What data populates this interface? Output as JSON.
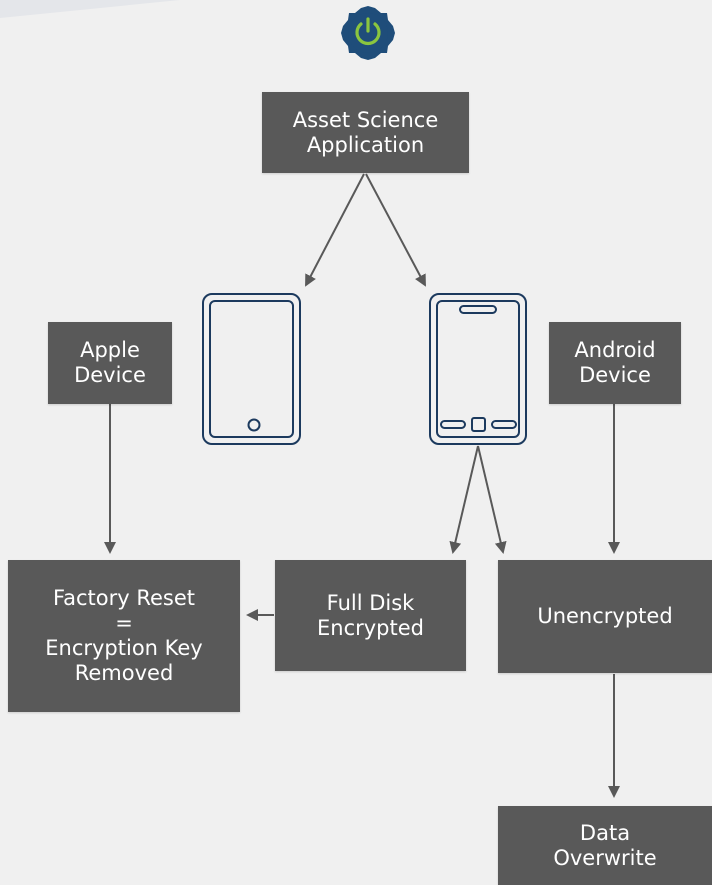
{
  "nodes": {
    "asset_science": "Asset Science\nApplication",
    "apple_device": "Apple\nDevice",
    "android_device": "Android\nDevice",
    "factory_reset": "Factory Reset\n=\nEncryption Key\nRemoved",
    "full_disk": "Full Disk\nEncrypted",
    "unencrypted": "Unencrypted",
    "data_overwrite": "Data\nOverwrite"
  },
  "icons": {
    "app_logo": "power-icon",
    "apple_device": "ipad-icon",
    "android_device": "android-tablet-icon"
  },
  "colors": {
    "box": "#595959",
    "arrow": "#595959",
    "device_outline": "#1c3a5e",
    "logo_badge": "#1f4d7a",
    "logo_power": "#8bc53f"
  }
}
